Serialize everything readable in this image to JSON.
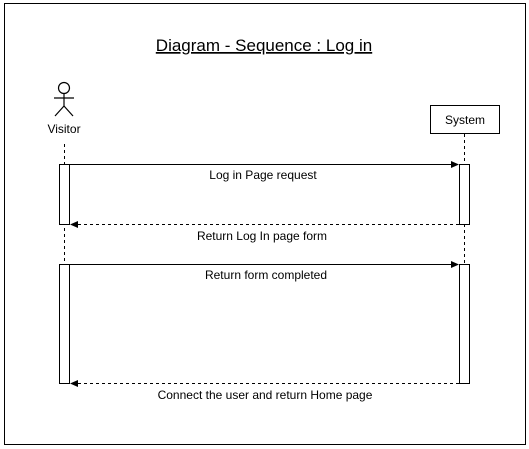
{
  "diagram": {
    "title": "Diagram - Sequence : Log in",
    "actor": {
      "label": "Visitor"
    },
    "system": {
      "label": "System"
    },
    "messages": [
      {
        "label": "Log in Page request",
        "direction": "right",
        "style": "solid"
      },
      {
        "label": "Return Log In page form",
        "direction": "left",
        "style": "dashed"
      },
      {
        "label": "Return form completed",
        "direction": "right",
        "style": "solid"
      },
      {
        "label": "Connect the user and return Home page",
        "direction": "left",
        "style": "dashed"
      }
    ]
  }
}
